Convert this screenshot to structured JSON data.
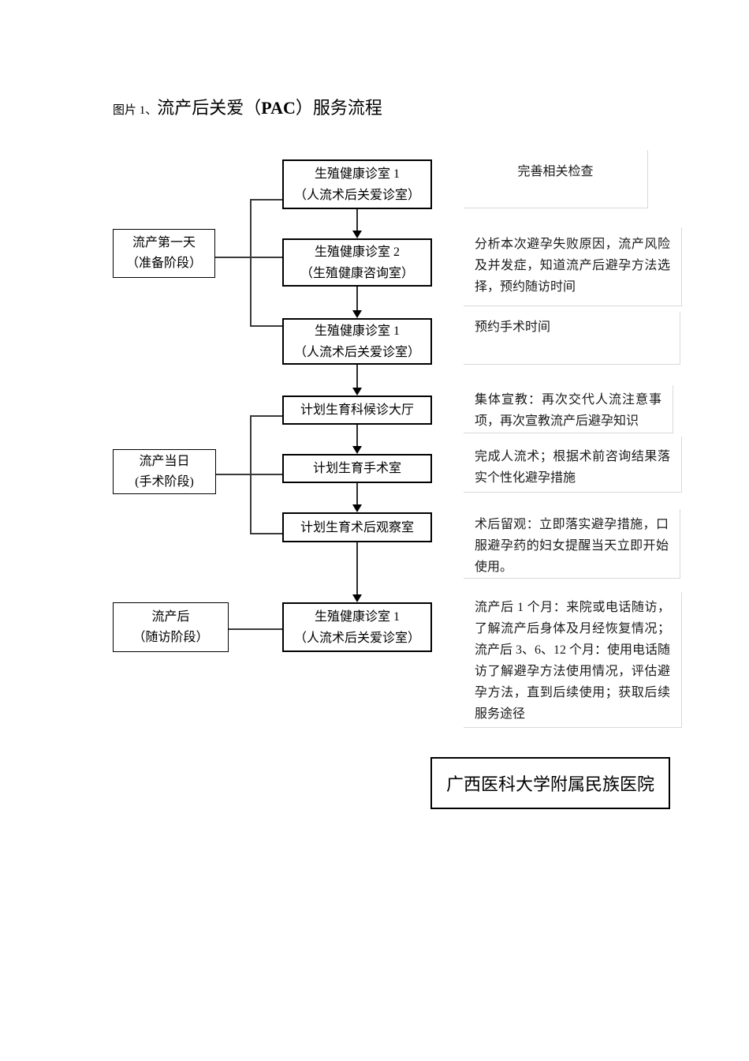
{
  "title": {
    "figure_label": "图片 1、",
    "text_before": "流产后关爱（",
    "acronym": "PAC",
    "text_after": "）服务流程"
  },
  "stages": [
    {
      "lines": [
        "流产第一天",
        "（准备阶段）"
      ]
    },
    {
      "lines": [
        "流产当日",
        "(手术阶段)"
      ]
    },
    {
      "lines": [
        "流产后",
        "（随访阶段）"
      ]
    }
  ],
  "steps": [
    {
      "lines": [
        "生殖健康诊室 1",
        "（人流术后关爱诊室）"
      ]
    },
    {
      "lines": [
        "生殖健康诊室 2",
        "（生殖健康咨询室）"
      ]
    },
    {
      "lines": [
        "生殖健康诊室 1",
        "（人流术后关爱诊室）"
      ]
    },
    {
      "lines": [
        "计划生育科候诊大厅"
      ]
    },
    {
      "lines": [
        "计划生育手术室"
      ]
    },
    {
      "lines": [
        "计划生育术后观察室"
      ]
    },
    {
      "lines": [
        "生殖健康诊室 1",
        "（人流术后关爱诊室）"
      ]
    }
  ],
  "notes": [
    {
      "text": "完善相关检查"
    },
    {
      "text": "分析本次避孕失败原因，流产风险及并发症，知道流产后避孕方法选择，预约随访时间"
    },
    {
      "text": "预约手术时间"
    },
    {
      "text": "集体宣教：再次交代人流注意事项，再次宣教流产后避孕知识"
    },
    {
      "text": "完成人流术；根据术前咨询结果落实个性化避孕措施"
    },
    {
      "text": "术后留观：立即落实避孕措施，口服避孕药的妇女提醒当天立即开始使用。"
    },
    {
      "text": "流产后 1 个月：来院或电话随访，了解流产后身体及月经恢复情况；流产后 3、6、12 个月：使用电话随访了解避孕方法使用情况，评估避孕方法，直到后续使用；获取后续服务途径"
    }
  ],
  "footer": {
    "hospital": "广西医科大学附属民族医院"
  },
  "colors": {
    "box_border": "#000000",
    "connector": "#3a3a3a",
    "note_border": "#d9d9d9",
    "text": "#1a1a1a"
  }
}
